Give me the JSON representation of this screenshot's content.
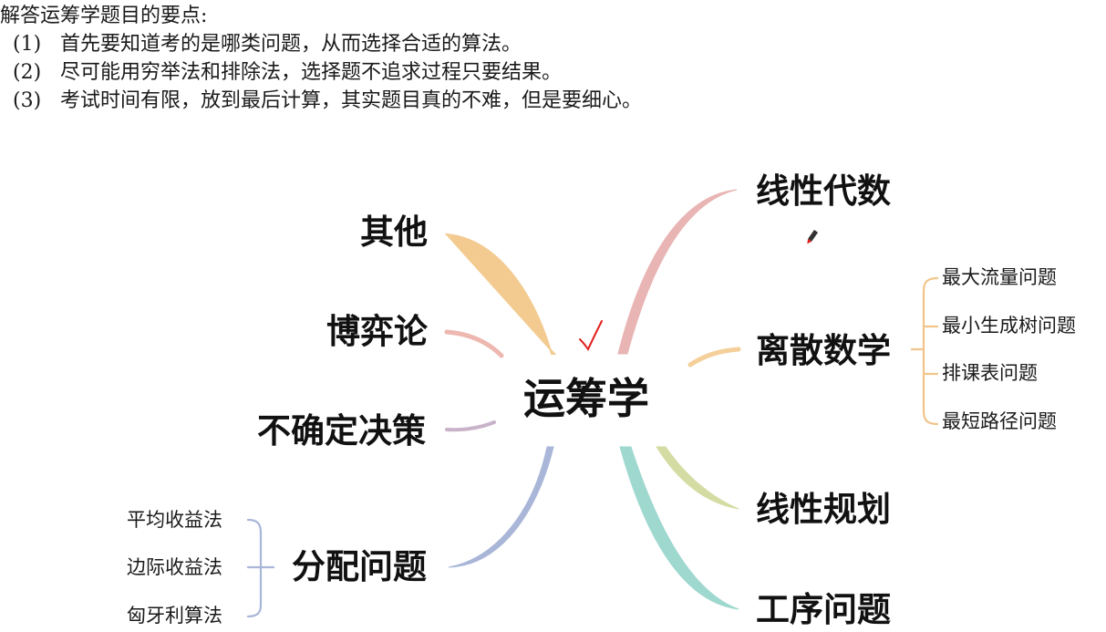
{
  "notes": {
    "heading": "解答运筹学题目的要点:",
    "items": [
      {
        "num": "(1)",
        "text": "首先要知道考的是哪类问题，从而选择合适的算法。"
      },
      {
        "num": "(2)",
        "text": "尽可能用穷举法和排除法，选择题不追求过程只要结果。"
      },
      {
        "num": "(3)",
        "text": "考试时间有限，放到最后计算，其实题目真的不难，但是要细心。"
      }
    ]
  },
  "mindmap": {
    "center": "运筹学",
    "left": {
      "other": "其他",
      "game_theory": "博弈论",
      "uncertain_decision": "不确定决策",
      "allocation": "分配问题"
    },
    "right": {
      "linear_algebra": "线性代数",
      "discrete_math": "离散数学",
      "linear_programming": "线性规划",
      "process_problem": "工序问题"
    },
    "allocation_children": [
      "平均收益法",
      "边际收益法",
      "匈牙利算法"
    ],
    "discrete_children": [
      "最大流量问题",
      "最小生成树问题",
      "排课表问题",
      "最短路径问题"
    ]
  },
  "colors": {
    "branch_other": "#f3c98c",
    "branch_game": "#eeb7b0",
    "branch_uncertain": "#c9b3c9",
    "branch_allocation": "#a9b6d8",
    "branch_linear_algebra": "#e9b4b4",
    "branch_discrete": "#f4cf99",
    "branch_linear_programming": "#d5dca3",
    "branch_process": "#9fd8cf",
    "bracket": "#f1c48a",
    "bracket_left": "#a9b6d8",
    "checkmark": "#e0201c"
  }
}
